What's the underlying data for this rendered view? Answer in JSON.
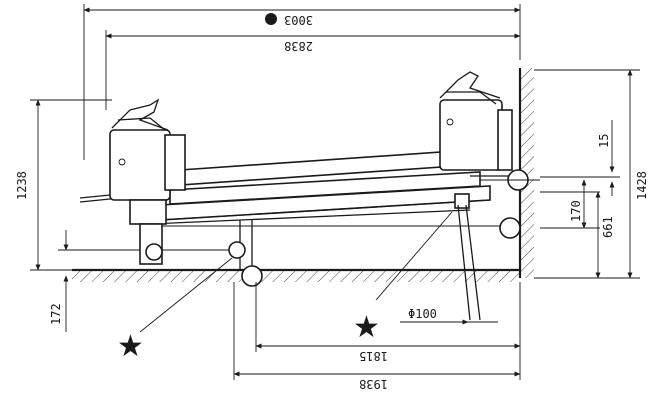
{
  "dimensions": {
    "overall_width": "3003",
    "bed_width": "2838",
    "height_left": "1238",
    "height_right": "1428",
    "offset_top": "15",
    "gap_170": "170",
    "gap_661": "661",
    "foot_172": "172",
    "pipe_dia": "Φ100",
    "base_1815": "1815",
    "base_1938": "1938"
  },
  "markers": {
    "dot": "filled-circle-icon",
    "star_left": "star-icon",
    "star_right": "star-icon"
  },
  "colors": {
    "ink": "#1a1a1a",
    "paper": "#ffffff"
  }
}
